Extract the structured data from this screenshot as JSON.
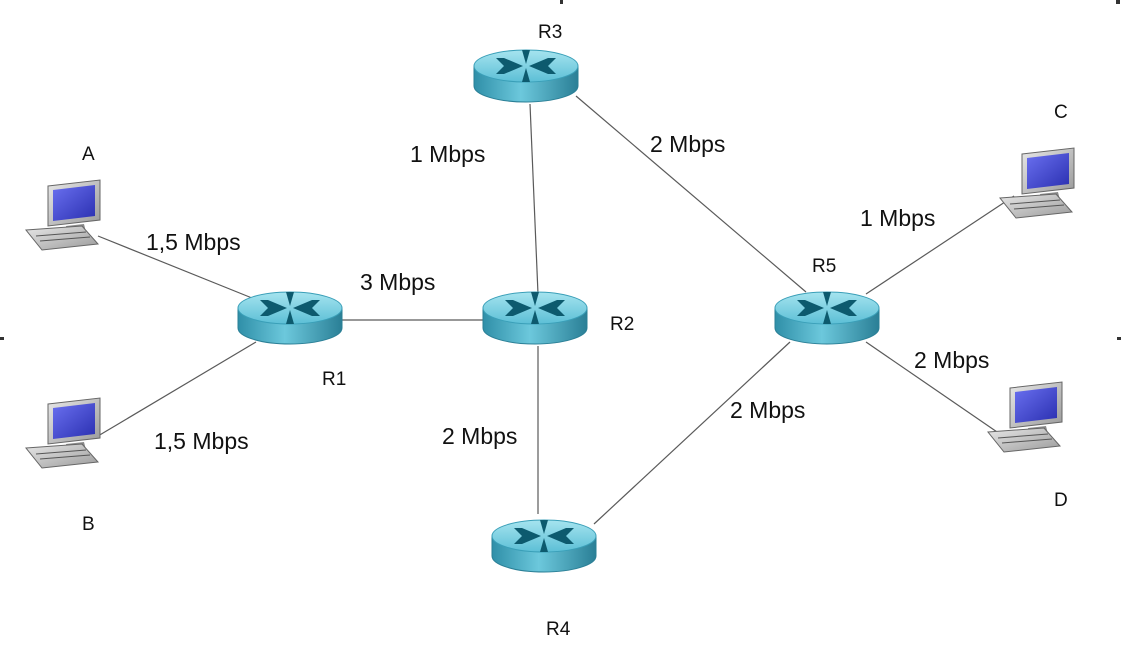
{
  "routers": [
    {
      "id": "R1",
      "label": "R1"
    },
    {
      "id": "R2",
      "label": "R2"
    },
    {
      "id": "R3",
      "label": "R3"
    },
    {
      "id": "R4",
      "label": "R4"
    },
    {
      "id": "R5",
      "label": "R5"
    }
  ],
  "hosts": [
    {
      "id": "A",
      "label": "A"
    },
    {
      "id": "B",
      "label": "B"
    },
    {
      "id": "C",
      "label": "C"
    },
    {
      "id": "D",
      "label": "D"
    }
  ],
  "links": [
    {
      "id": "A-R1",
      "from": "A",
      "to": "R1",
      "bandwidth": "1,5 Mbps"
    },
    {
      "id": "B-R1",
      "from": "B",
      "to": "R1",
      "bandwidth": "1,5 Mbps"
    },
    {
      "id": "R1-R2",
      "from": "R1",
      "to": "R2",
      "bandwidth": "3 Mbps"
    },
    {
      "id": "R2-R3",
      "from": "R2",
      "to": "R3",
      "bandwidth": "1 Mbps"
    },
    {
      "id": "R2-R4",
      "from": "R2",
      "to": "R4",
      "bandwidth": "2 Mbps"
    },
    {
      "id": "R3-R5",
      "from": "R3",
      "to": "R5",
      "bandwidth": "2 Mbps"
    },
    {
      "id": "R4-R5",
      "from": "R4",
      "to": "R5",
      "bandwidth": "2 Mbps"
    },
    {
      "id": "R5-C",
      "from": "R5",
      "to": "C",
      "bandwidth": "1 Mbps"
    },
    {
      "id": "R5-D",
      "from": "R5",
      "to": "D",
      "bandwidth": "2 Mbps"
    }
  ],
  "colors": {
    "router_top": "#7fd3e3",
    "router_side": "#3a9fb8",
    "router_cross": "#0d5a6e",
    "monitor_screen": "#4a4fd8"
  }
}
